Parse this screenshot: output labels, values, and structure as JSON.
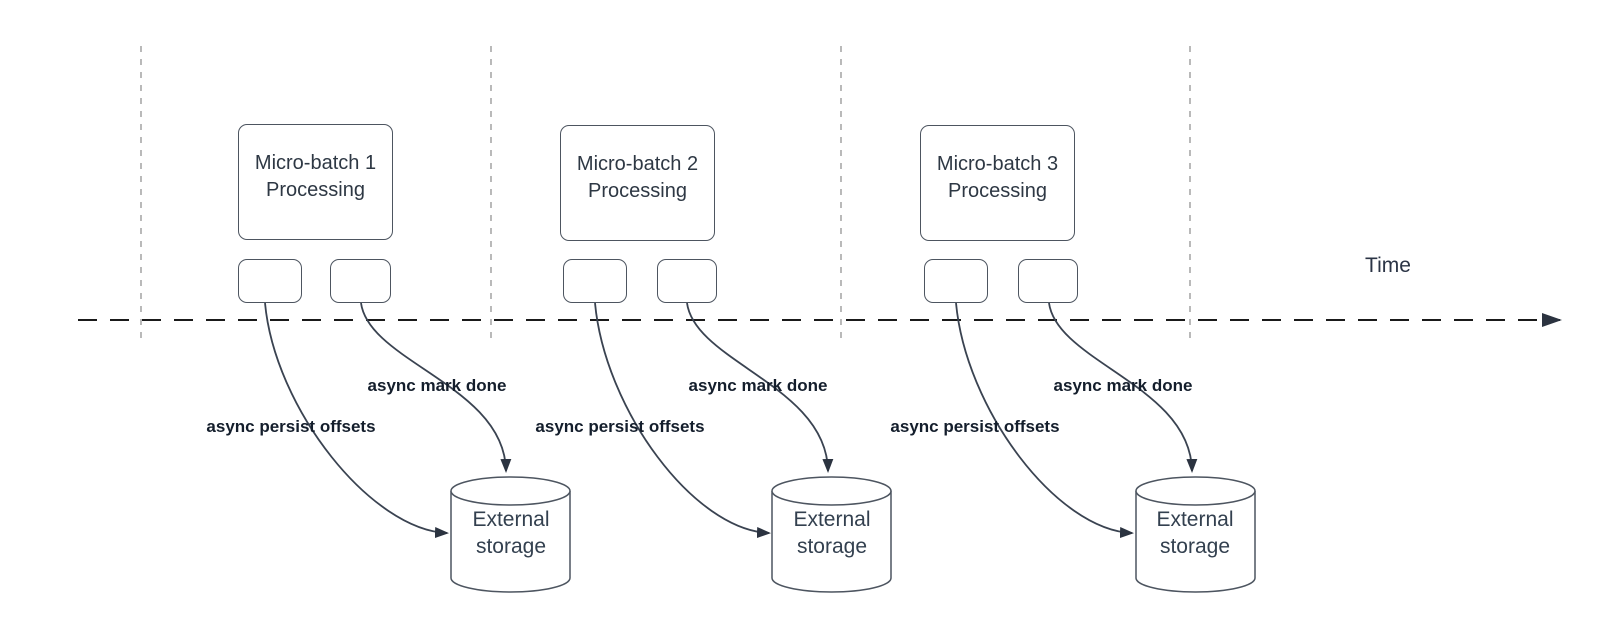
{
  "diagram_colors": {
    "background": "#ffffff",
    "shape_stroke": "#4d5560",
    "connector_stroke": "#3a4351",
    "arrowhead_fill": "#2b3340",
    "timeline_stroke": "#1a1a1a",
    "guide_line_stroke": "#a8a8a8",
    "shape_text": "#2e3844",
    "label_text": "#141e2c"
  },
  "timeline": {
    "label": "Time"
  },
  "batches": [
    {
      "title_line1": "Micro-batch 1",
      "title_line2": "Processing",
      "persist_label": "async persist offsets",
      "done_label": "async mark done",
      "storage_line1": "External",
      "storage_line2": "storage"
    },
    {
      "title_line1": "Micro-batch 2",
      "title_line2": "Processing",
      "persist_label": "async persist offsets",
      "done_label": "async mark done",
      "storage_line1": "External",
      "storage_line2": "storage"
    },
    {
      "title_line1": "Micro-batch 3",
      "title_line2": "Processing",
      "persist_label": "async persist offsets",
      "done_label": "async mark done",
      "storage_line1": "External",
      "storage_line2": "storage"
    }
  ]
}
